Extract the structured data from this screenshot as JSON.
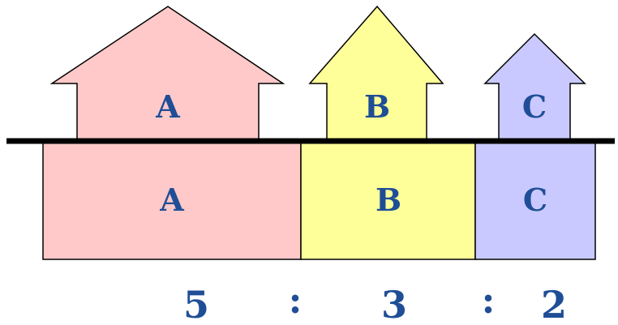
{
  "colors": {
    "a_fill": "#ffc9c9",
    "b_fill": "#ffff99",
    "c_fill": "#c9c9ff",
    "stroke": "#000000",
    "label": "#1f4e96"
  },
  "houses": [
    {
      "label": "A"
    },
    {
      "label": "B"
    },
    {
      "label": "C"
    }
  ],
  "blocks": [
    {
      "label": "A"
    },
    {
      "label": "B"
    },
    {
      "label": "C"
    }
  ],
  "ratio": {
    "a": "5",
    "sep1": ":",
    "b": "3",
    "sep2": ":",
    "c": "2"
  }
}
